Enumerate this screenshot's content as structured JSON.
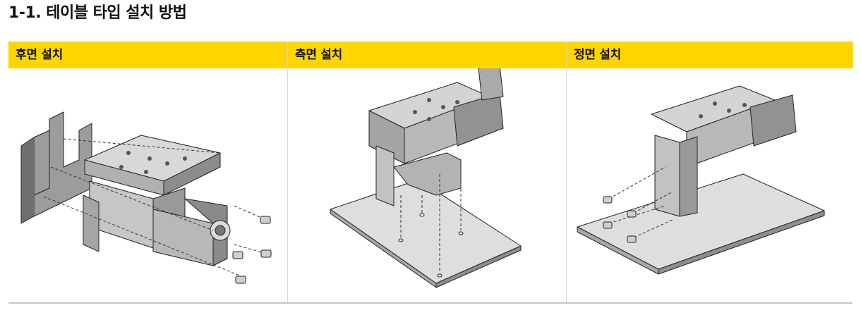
{
  "page": {
    "title": "1-1. 테이블 타입 설치 방법"
  },
  "table": {
    "columns": [
      {
        "header": "후면 설치",
        "image_icon": "rear-mount-illustration"
      },
      {
        "header": "측면 설치",
        "image_icon": "side-mount-illustration"
      },
      {
        "header": "정면 설치",
        "image_icon": "front-mount-illustration"
      }
    ],
    "colors": {
      "header_bg": "#ffd500",
      "border": "#c8c8c8"
    }
  }
}
